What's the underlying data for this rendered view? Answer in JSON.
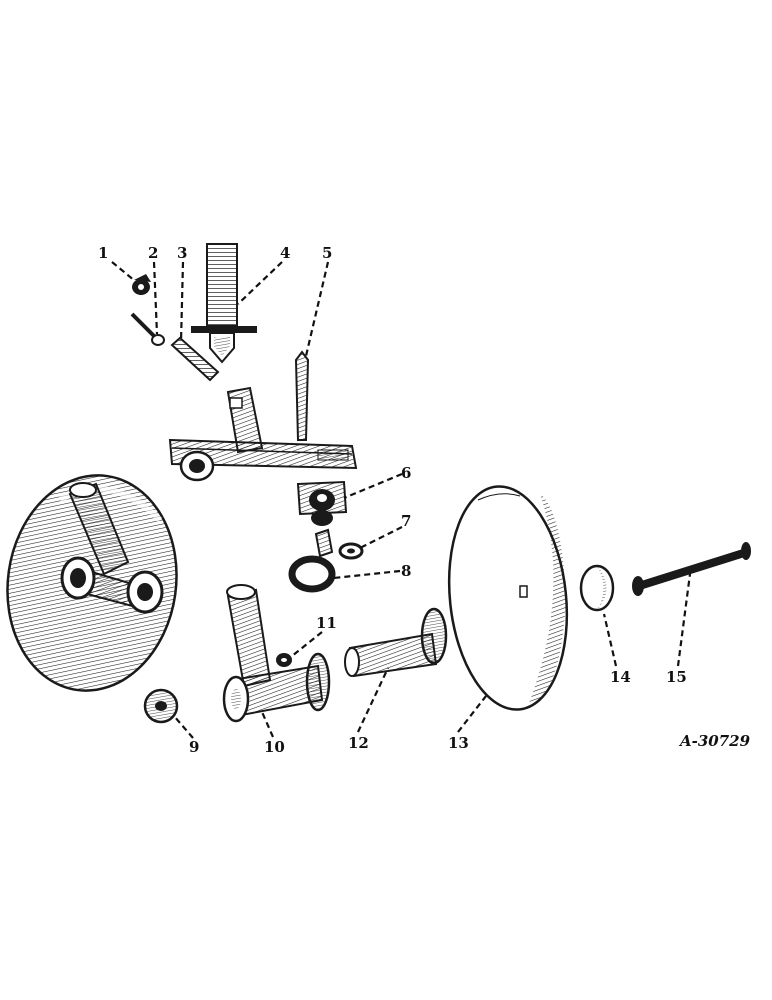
{
  "callouts": {
    "c1": "1",
    "c2": "2",
    "c3": "3",
    "c4": "4",
    "c5": "5",
    "c6": "6",
    "c7": "7",
    "c8": "8",
    "c9": "9",
    "c10": "10",
    "c11": "11",
    "c12": "12",
    "c13": "13",
    "c14": "14",
    "c15": "15"
  },
  "drawing_id": "A-30729"
}
